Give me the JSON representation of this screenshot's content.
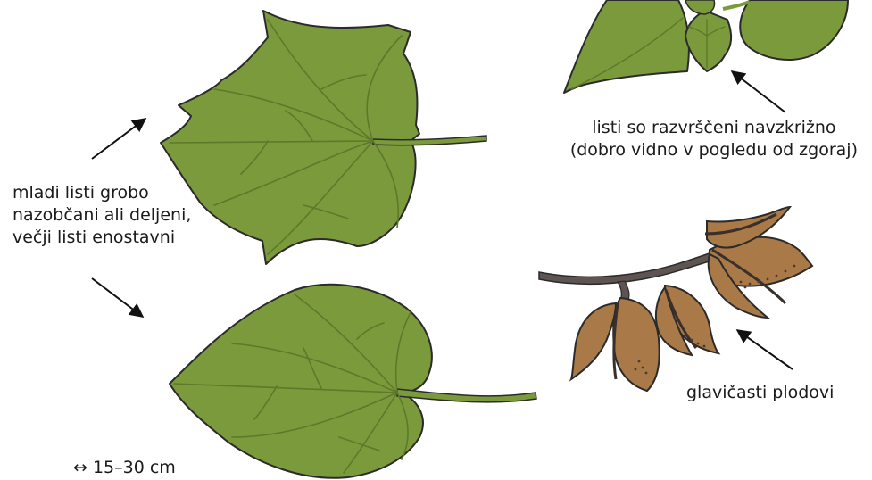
{
  "labels": {
    "young_leaves": [
      "mladi listi grobo",
      "nazobčani ali deljeni,",
      "večji listi enostavni"
    ],
    "opposite_leaves": [
      "listi so razvrščeni navzkrižno",
      "(dobro vidno v pogledu od zgoraj)"
    ],
    "fruits": "glavičasti plodovi",
    "scale": "↔ 15–30 cm"
  },
  "colors": {
    "leaf": "#7a9a3c",
    "leaf_vein": "#5c7a2a",
    "outline": "#2b2b2b",
    "capsule": "#a97a48",
    "branch": "#5e5552"
  }
}
